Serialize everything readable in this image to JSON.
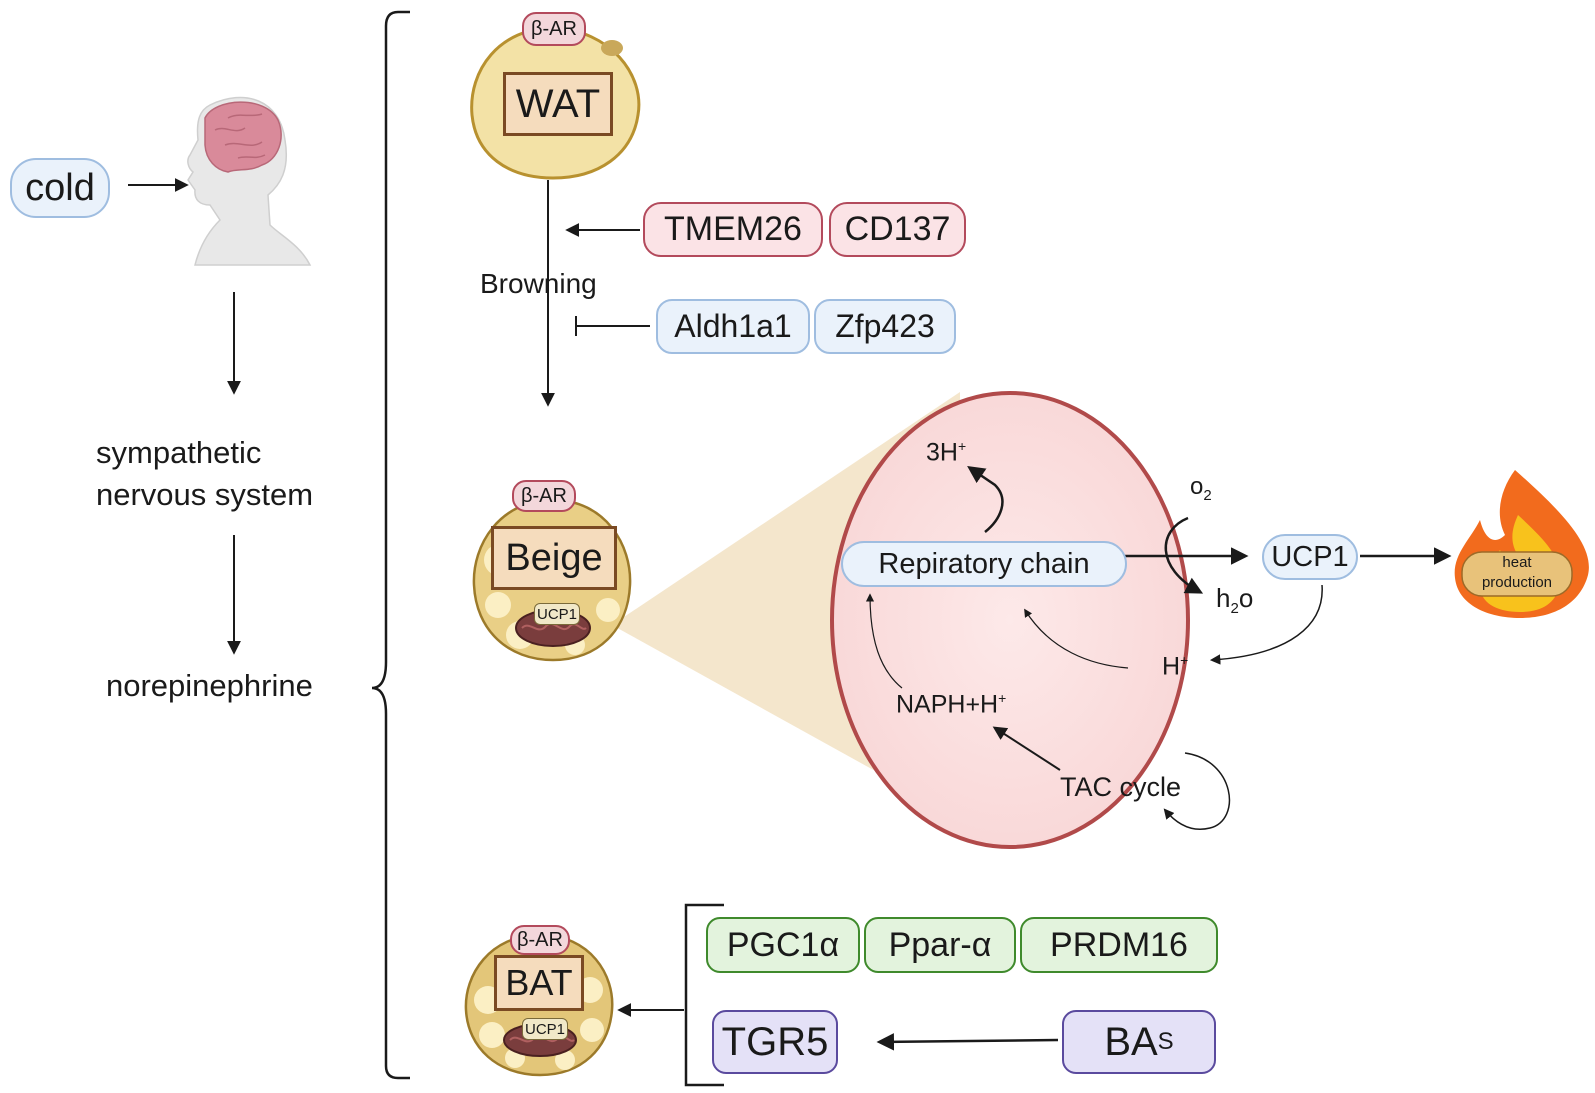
{
  "left": {
    "cold": "cold",
    "sns": "sympathetic\nnervous system",
    "norepinephrine": "norepinephrine"
  },
  "adipocytes": {
    "wat": {
      "receptor": "β-AR",
      "label": "WAT"
    },
    "beige": {
      "receptor": "β-AR",
      "label": "Beige",
      "ucp": "UCP1"
    },
    "bat": {
      "receptor": "β-AR",
      "label": "BAT",
      "ucp": "UCP1"
    }
  },
  "browning": {
    "label": "Browning",
    "promoters": [
      "TMEM26",
      "CD137"
    ],
    "inhibitors": [
      "Aldh1a1",
      "Zfp423"
    ]
  },
  "mitochondrion": {
    "three_h": "3H",
    "three_h_sup": "+",
    "o2": "o",
    "o2_sub": "2",
    "respiratory_chain": "Repiratory chain",
    "ucp1": "UCP1",
    "h2o_a": "h",
    "h2o_sub": "2",
    "h2o_b": "o",
    "h_plus": "H",
    "h_plus_sup": "+",
    "naph": "NAPH+H",
    "naph_sup": "+",
    "tac": "TAC cycle"
  },
  "heat": "heat\nproduction",
  "bat_regulators": {
    "row1": [
      "PGC1α",
      "Ppar-α",
      "PRDM16"
    ],
    "tgr5": "TGR5",
    "bas": "BA",
    "bas_sub": "S"
  },
  "colors": {
    "fat_fill": "#f3e2a6",
    "fat_border": "#b8912f",
    "mito_fill": "#fbe3e3",
    "mito_border": "#b14a4a",
    "zoom_cone": "#f3e3c6",
    "flame_outer": "#f26b1d",
    "flame_inner": "#f8c21c"
  }
}
